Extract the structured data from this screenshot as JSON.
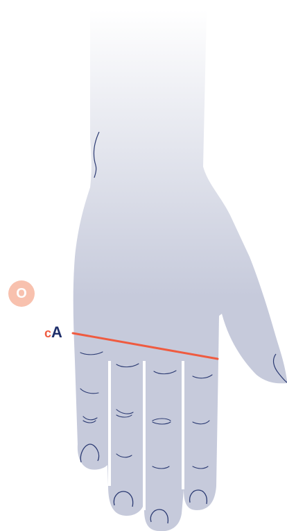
{
  "step_badge": {
    "label": "O",
    "color": "#f8c1ae"
  },
  "measurement": {
    "prefix": "c",
    "label": "A",
    "prefix_color": "#ef5b40",
    "label_color": "#1f2f6b",
    "line_color": "#ef5b40"
  },
  "hand": {
    "fill_top": "#ffffff",
    "fill_bottom": "#c6cadb",
    "outline_color": "#2b3a72",
    "icon": "hand-back-icon"
  }
}
